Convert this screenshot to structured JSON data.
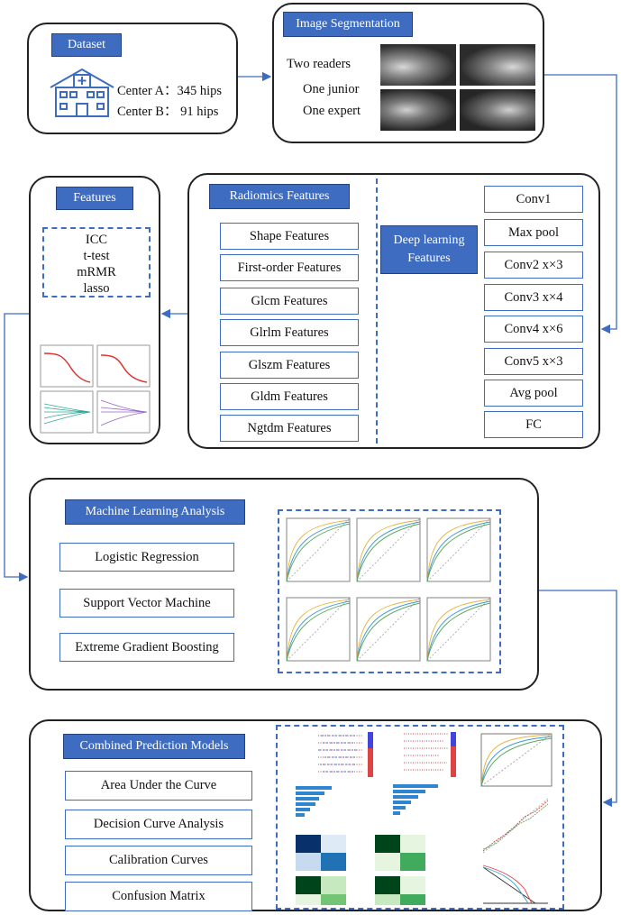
{
  "dataset": {
    "title": "Dataset",
    "center_a": "Center A：345 hips",
    "center_b": "Center B： 91 hips"
  },
  "segmentation": {
    "title": "Image Segmentation",
    "two_readers": "Two readers",
    "one_junior": "One junior",
    "one_expert": "One expert"
  },
  "features": {
    "title": "Features",
    "methods": [
      "ICC",
      "t-test",
      "mRMR",
      "lasso"
    ]
  },
  "radiomics": {
    "title": "Radiomics Features",
    "items": [
      "Shape Features",
      "First-order Features",
      "Glcm Features",
      "Glrlm Features",
      "Glszm Features",
      "Gldm Features",
      "Ngtdm Features"
    ]
  },
  "deep_learning": {
    "title": "Deep learning Features",
    "layers": [
      "Conv1",
      "Max pool",
      "Conv2  x×3",
      "Conv3  x×4",
      "Conv4  x×6",
      "Conv5  x×3",
      "Avg pool",
      "FC"
    ]
  },
  "ml": {
    "title": "Machine Learning Analysis",
    "models": [
      "Logistic Regression",
      "Support Vector Machine",
      "Extreme Gradient Boosting"
    ]
  },
  "combined": {
    "title": "Combined Prediction Models",
    "evaluations": [
      "Area Under the Curve",
      "Decision Curve Analysis",
      "Calibration Curves",
      "Confusion Matrix"
    ]
  },
  "colors": {
    "accent": "#3d6cc0",
    "header_fill": "#3d6cc0",
    "border": "#222222"
  }
}
